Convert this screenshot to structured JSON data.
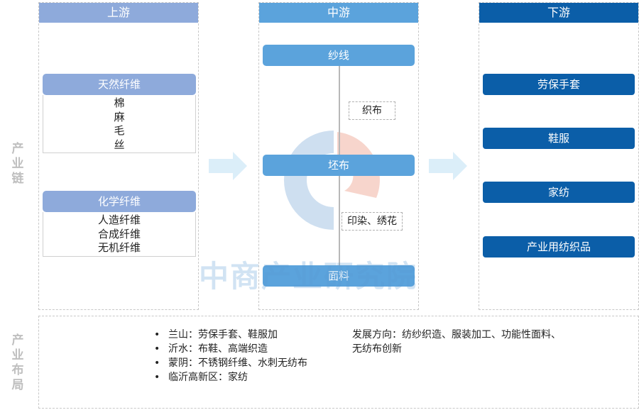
{
  "side_labels": {
    "chain": [
      "产",
      "业",
      "链"
    ],
    "layout": [
      "产",
      "业",
      "布",
      "局"
    ]
  },
  "columns": {
    "upstream": {
      "title": "上游",
      "header_color": "#8eaadb",
      "groups": [
        {
          "title": "天然纤维",
          "items": [
            "棉",
            "麻",
            "毛",
            "丝"
          ]
        },
        {
          "title": "化学纤维",
          "items": [
            "人造纤维",
            "合成纤维",
            "无机纤维"
          ]
        }
      ]
    },
    "midstream": {
      "title": "中游",
      "header_color": "#5ba3dc",
      "stages": [
        "纱线",
        "坯布",
        "面料"
      ],
      "processes": [
        "织布",
        "印染、绣花"
      ]
    },
    "downstream": {
      "title": "下游",
      "header_color": "#0b5ea8",
      "products": [
        "劳保手套",
        "鞋服",
        "家纺",
        "产业用纺织品"
      ]
    }
  },
  "layout": {
    "regions": [
      "兰山：劳保手套、鞋服加",
      "沂水：布鞋、高端织造",
      "蒙阴：不锈钢纤维、水刺无纺布",
      "临沂高新区：家纺"
    ],
    "development": "发展方向：纺纱织造、服装加工、功能性面料、无纺布创新"
  },
  "watermark": "中商产业研究院",
  "colors": {
    "arrow": "#dbeef9",
    "logo_blue": "#c9dcee",
    "logo_red": "#f6d0c6"
  }
}
